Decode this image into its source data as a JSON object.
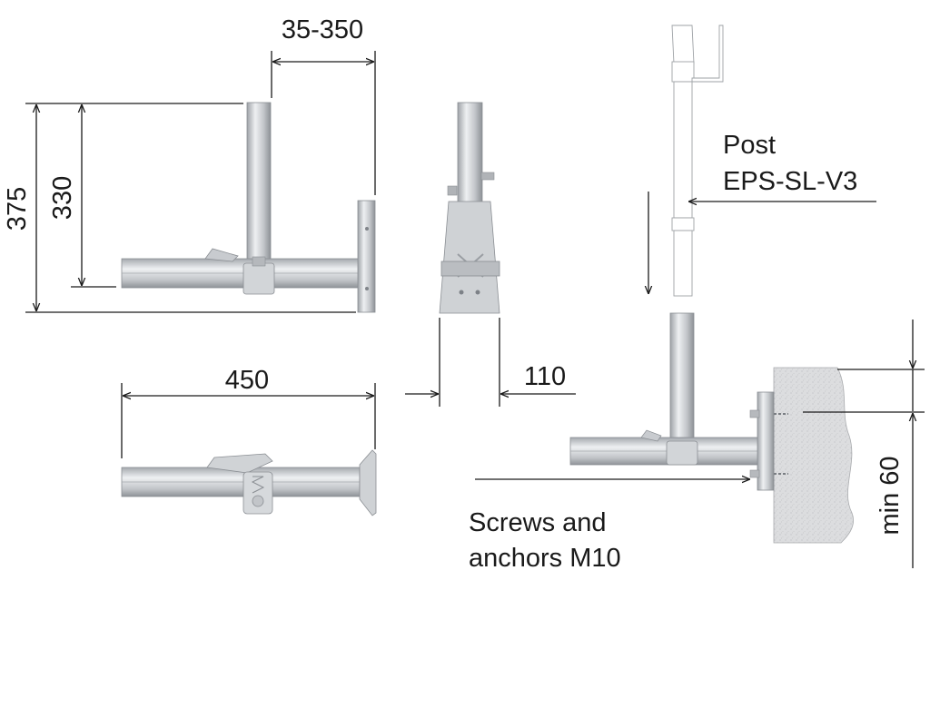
{
  "dimensions": {
    "offset_range": "35-350",
    "total_height": "375",
    "post_height": "330",
    "arm_length": "450",
    "base_width": "110",
    "min_embed": "min 60"
  },
  "labels": {
    "post_line1": "Post",
    "post_line2": "EPS-SL-V3",
    "screws_line1": "Screws and",
    "screws_line2": "anchors M10"
  },
  "colors": {
    "line": "#1a1a1a",
    "metal_light": "#e4e6e8",
    "metal_mid": "#b9bcc0",
    "metal_dark": "#8e9297",
    "wall": "#dedfe0"
  }
}
